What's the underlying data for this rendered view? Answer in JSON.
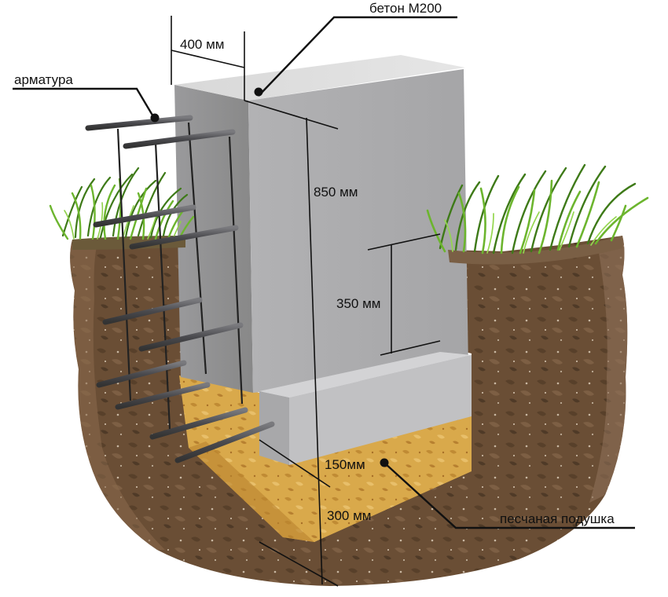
{
  "diagram": {
    "subject": "strip-foundation-cross-section",
    "callouts": {
      "concrete": "бетон М200",
      "rebar": "арматура",
      "sand_cushion": "песчаная подушка"
    },
    "dimensions": {
      "wall_width": "400 мм",
      "total_height": "850 мм",
      "above_ground_height": "350 мм",
      "footing_height": "150мм",
      "sand_height": "300 мм"
    },
    "colors": {
      "concrete_top": "#dcdcdc",
      "concrete_front": "#a9a9ab",
      "concrete_side": "#8e8e90",
      "footing_top": "#d2d2d4",
      "footing_front": "#b9b9bb",
      "sand": "#d8a84a",
      "sand_dark": "#b8862e",
      "soil": "#6e5238",
      "soil_dark": "#4e3925",
      "grass": "#5fa82b",
      "grass_dark": "#3e7a18",
      "rebar": "#555558",
      "line": "#111111"
    }
  }
}
